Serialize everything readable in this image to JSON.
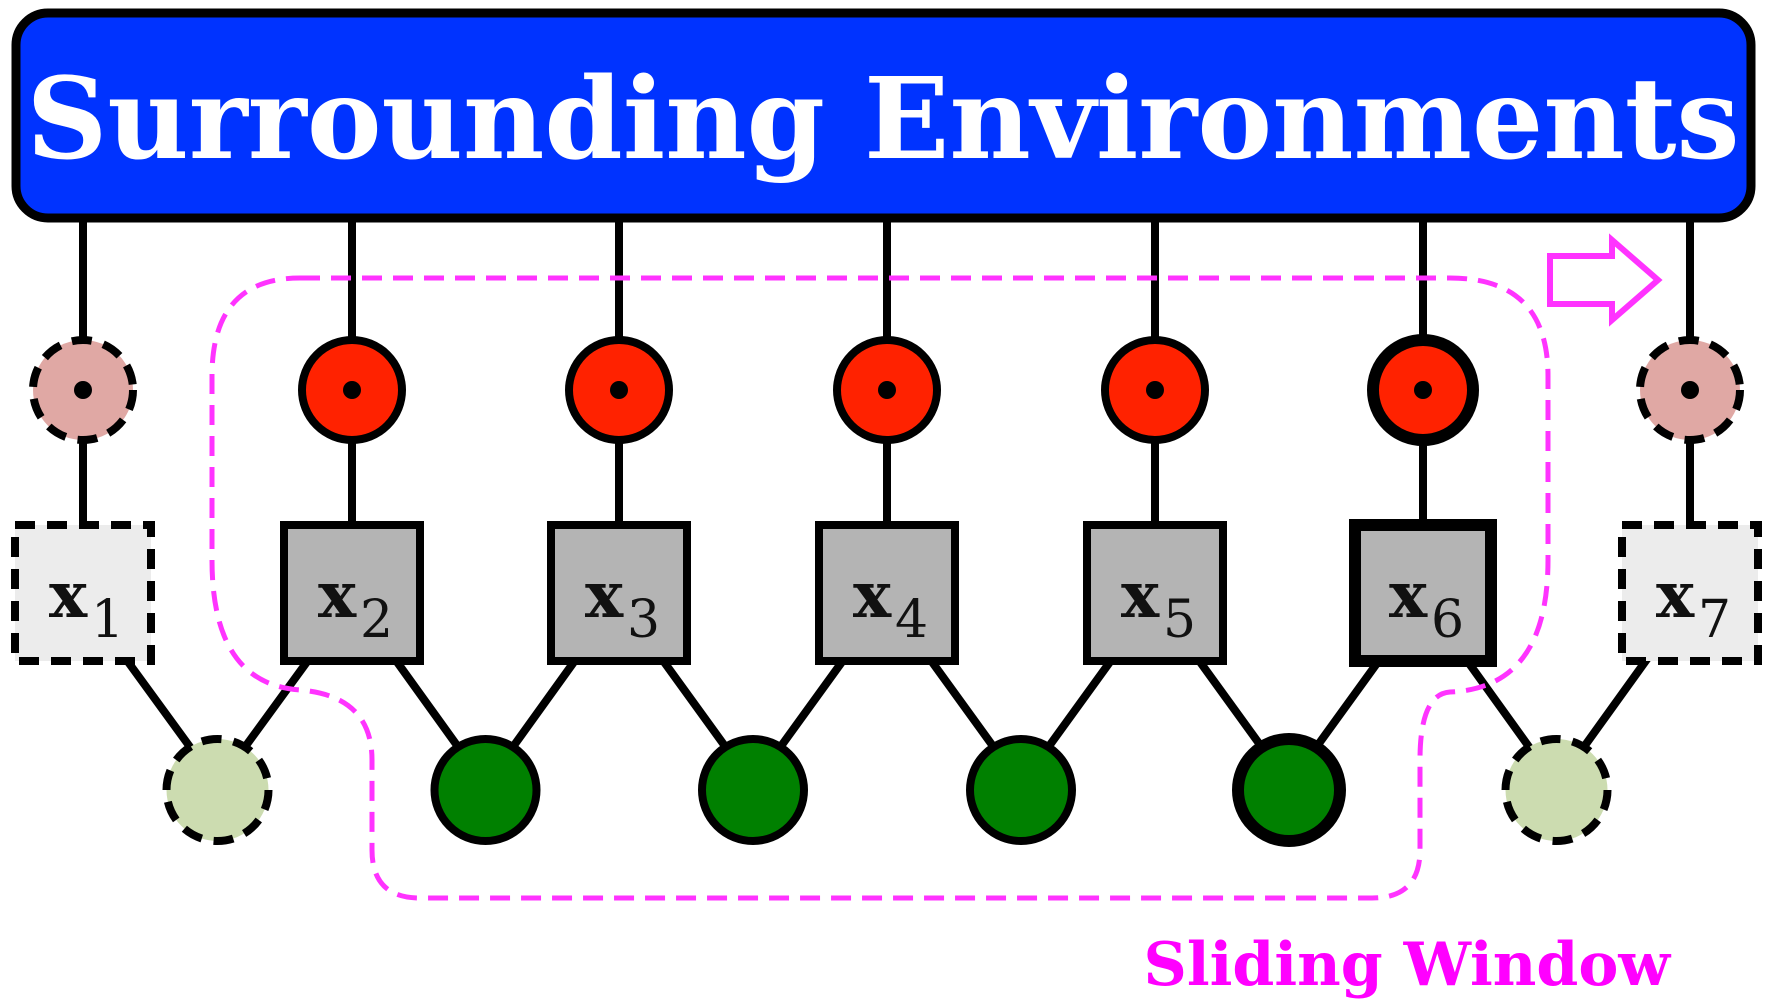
{
  "banner": {
    "title": "Surrounding Environments",
    "color": "#0033ff"
  },
  "window": {
    "label": "Sliding Window",
    "color": "#ff33ff"
  },
  "colors": {
    "factor_active": "#ff2200",
    "factor_inactive": "#e0a8a4",
    "var_active": "#b4b4b4",
    "var_inactive": "#ececec",
    "edge_factor_active": "#008000",
    "edge_factor_inactive": "#ccdcb0"
  },
  "variables": [
    {
      "symbol": "x",
      "sub": "1",
      "state": "outside"
    },
    {
      "symbol": "x",
      "sub": "2",
      "state": "inside"
    },
    {
      "symbol": "x",
      "sub": "3",
      "state": "inside"
    },
    {
      "symbol": "x",
      "sub": "4",
      "state": "inside"
    },
    {
      "symbol": "x",
      "sub": "5",
      "state": "inside"
    },
    {
      "symbol": "x",
      "sub": "6",
      "state": "newest"
    },
    {
      "symbol": "x",
      "sub": "7",
      "state": "outside"
    }
  ],
  "arrow": {
    "icon": "right-arrow-icon",
    "direction": "right"
  }
}
